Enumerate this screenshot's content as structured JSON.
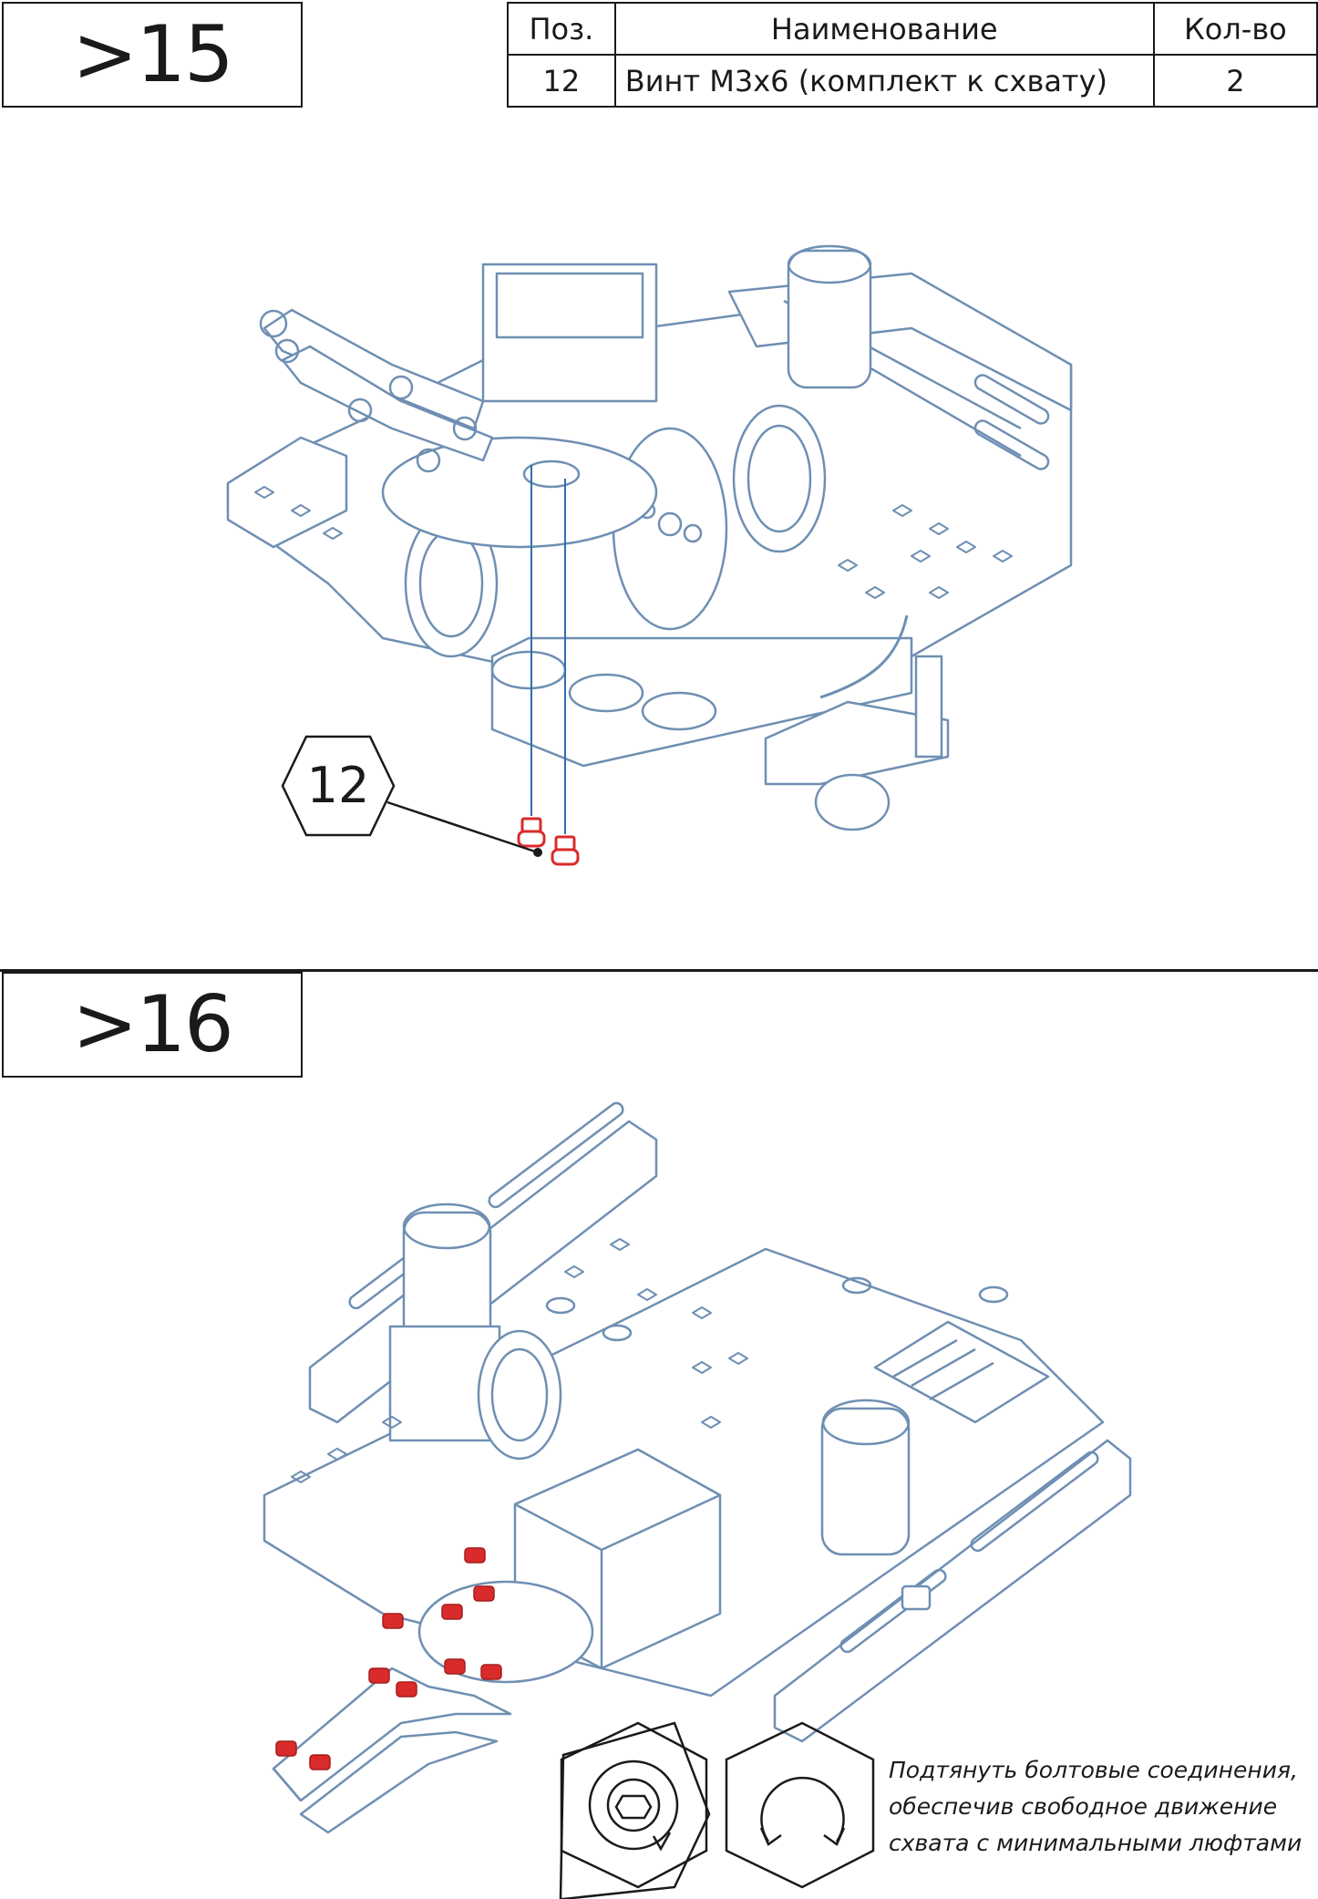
{
  "step15": {
    "number": ">15",
    "table": {
      "headers": [
        "Поз.",
        "Наименование",
        "Кол-во"
      ],
      "rows": [
        [
          "12",
          "Винт M3x6 (комплект к схвату)",
          "2"
        ]
      ]
    },
    "callout": "12"
  },
  "step16": {
    "number": ">16",
    "note_lines": [
      "Подтянуть болтовые соединения,",
      "обеспечив свободное движение",
      "схвата с минимальными люфтами"
    ]
  },
  "colors": {
    "line": "#6f8fb3",
    "fastener": "#d92b2b",
    "ink": "#1a1a1a",
    "guide": "#2f6fb5"
  }
}
